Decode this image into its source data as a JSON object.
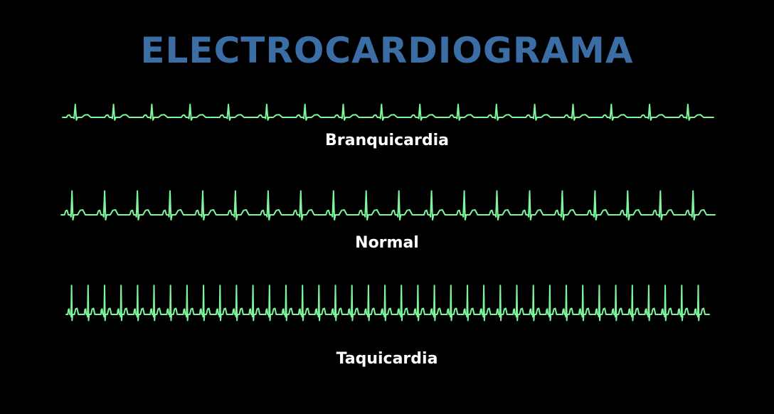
{
  "title": "ELECTROCARDIOGRAMA",
  "colors": {
    "background": "#000000",
    "title": "#3a6ea5",
    "trace": "#7df59b",
    "label": "#ffffff"
  },
  "rhythms": [
    {
      "label": "Branquicardia",
      "beats": 17
    },
    {
      "label": "Normal",
      "beats": 20
    },
    {
      "label": "Taquicardia",
      "beats": 39
    }
  ]
}
